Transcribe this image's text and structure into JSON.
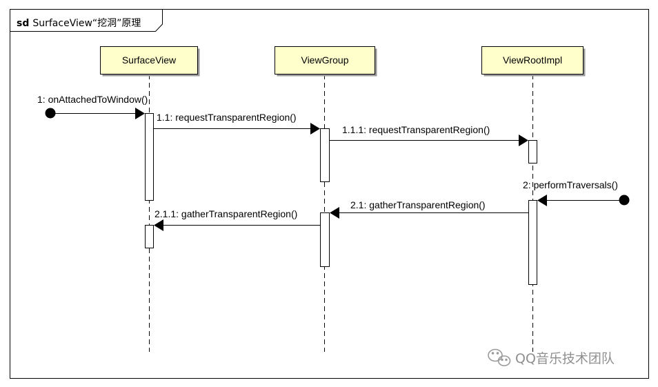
{
  "frame": {
    "keyword": "sd",
    "title": "SurfaceView“挖洞”原理"
  },
  "participants": [
    {
      "id": "surfaceview",
      "label": "SurfaceView"
    },
    {
      "id": "viewgroup",
      "label": "ViewGroup"
    },
    {
      "id": "viewrootimpl",
      "label": "ViewRootImpl"
    }
  ],
  "messages": {
    "m1": "1: onAttachedToWindow()",
    "m11": "1.1: requestTransparentRegion()",
    "m111": "1.1.1: requestTransparentRegion()",
    "m2": "2: performTraversals()",
    "m21": "2.1: gatherTransparentRegion()",
    "m211": "2.1.1: gatherTransparentRegion()"
  },
  "colors": {
    "participant_fill": "#ffffcc",
    "line": "#000000",
    "activation_fill": "#ffffff"
  },
  "watermark": {
    "icon": "wechat-icon",
    "text": "QQ音乐技术团队"
  }
}
